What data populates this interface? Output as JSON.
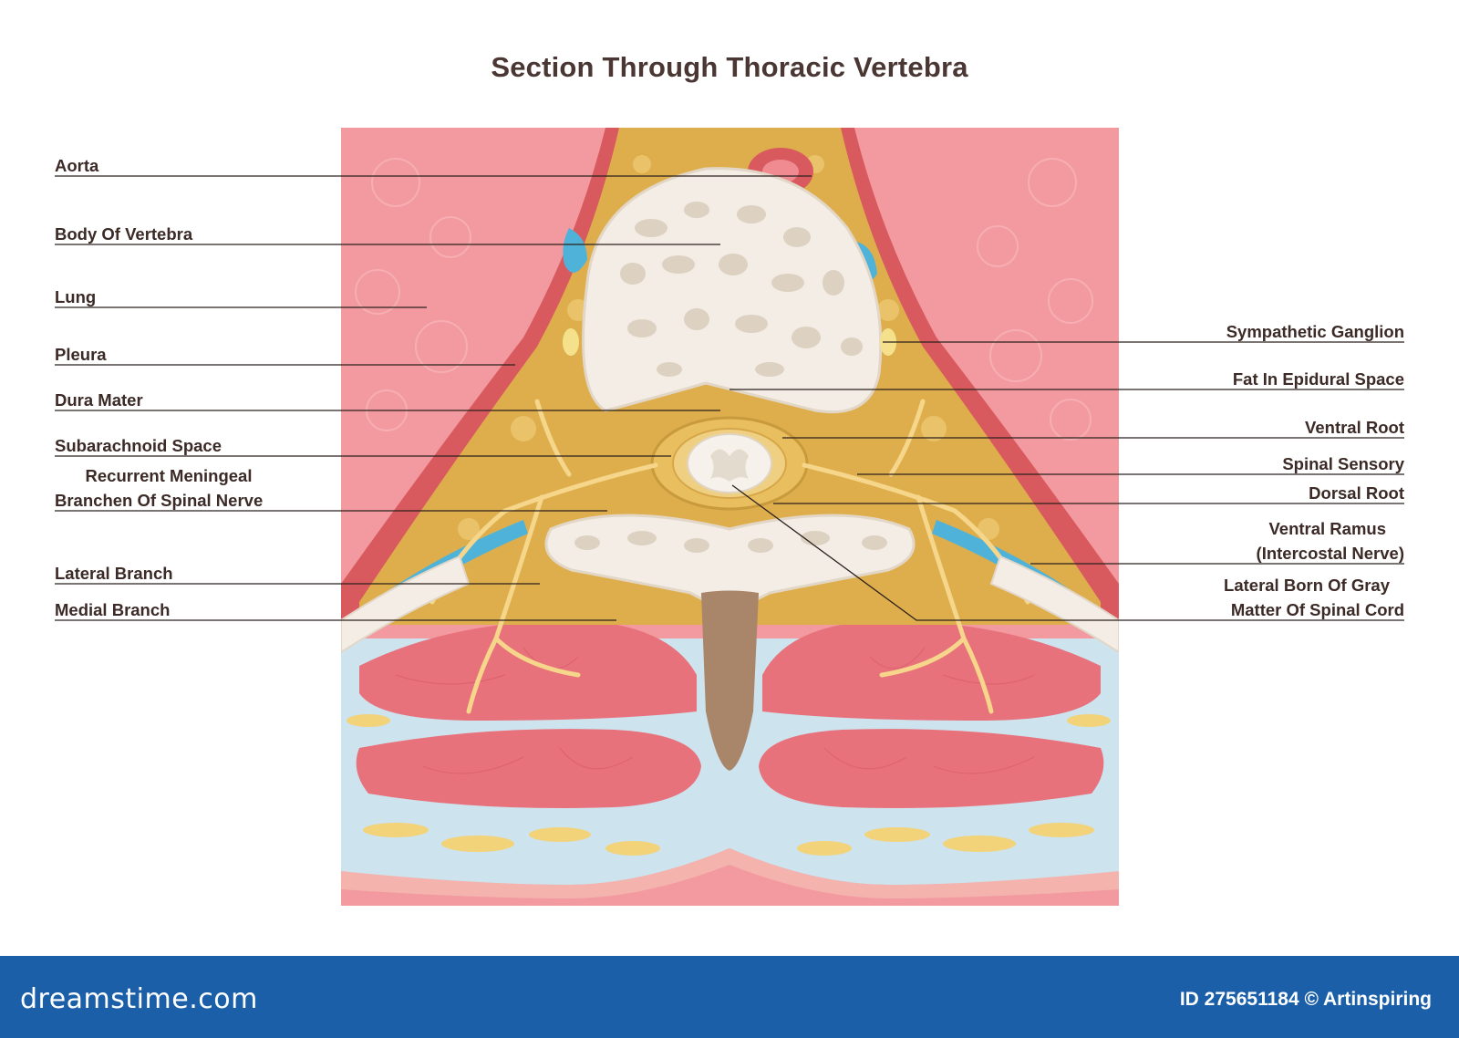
{
  "title": "Section Through Thoracic Vertebra",
  "labels_left": [
    "Aorta",
    "Body Of Vertebra",
    "Lung",
    "Pleura",
    "Dura Mater",
    "Subarachnoid Space",
    "Recurrent Meningeal",
    "Branchen Of Spinal Nerve",
    "Lateral Branch",
    "Medial Branch"
  ],
  "labels_right": [
    "Sympathetic Ganglion",
    "Fat In Epidural Space",
    "Ventral Root",
    "Spinal Sensory",
    "Dorsal Root",
    "Ventral Ramus",
    "(Intercostal Nerve)",
    "Lateral Born Of Gray",
    "Matter Of Spinal Cord"
  ],
  "footer": {
    "brand": "dreamstime.com",
    "credit": "ID 275651184 © Artinspiring"
  },
  "colors": {
    "muscle": "#f0929a",
    "fat": "#dfae4c",
    "bone": "#f3ede6",
    "pleura": "#d85a5e",
    "vessel": "#4fb3d9",
    "footer": "#1b5fa8"
  }
}
